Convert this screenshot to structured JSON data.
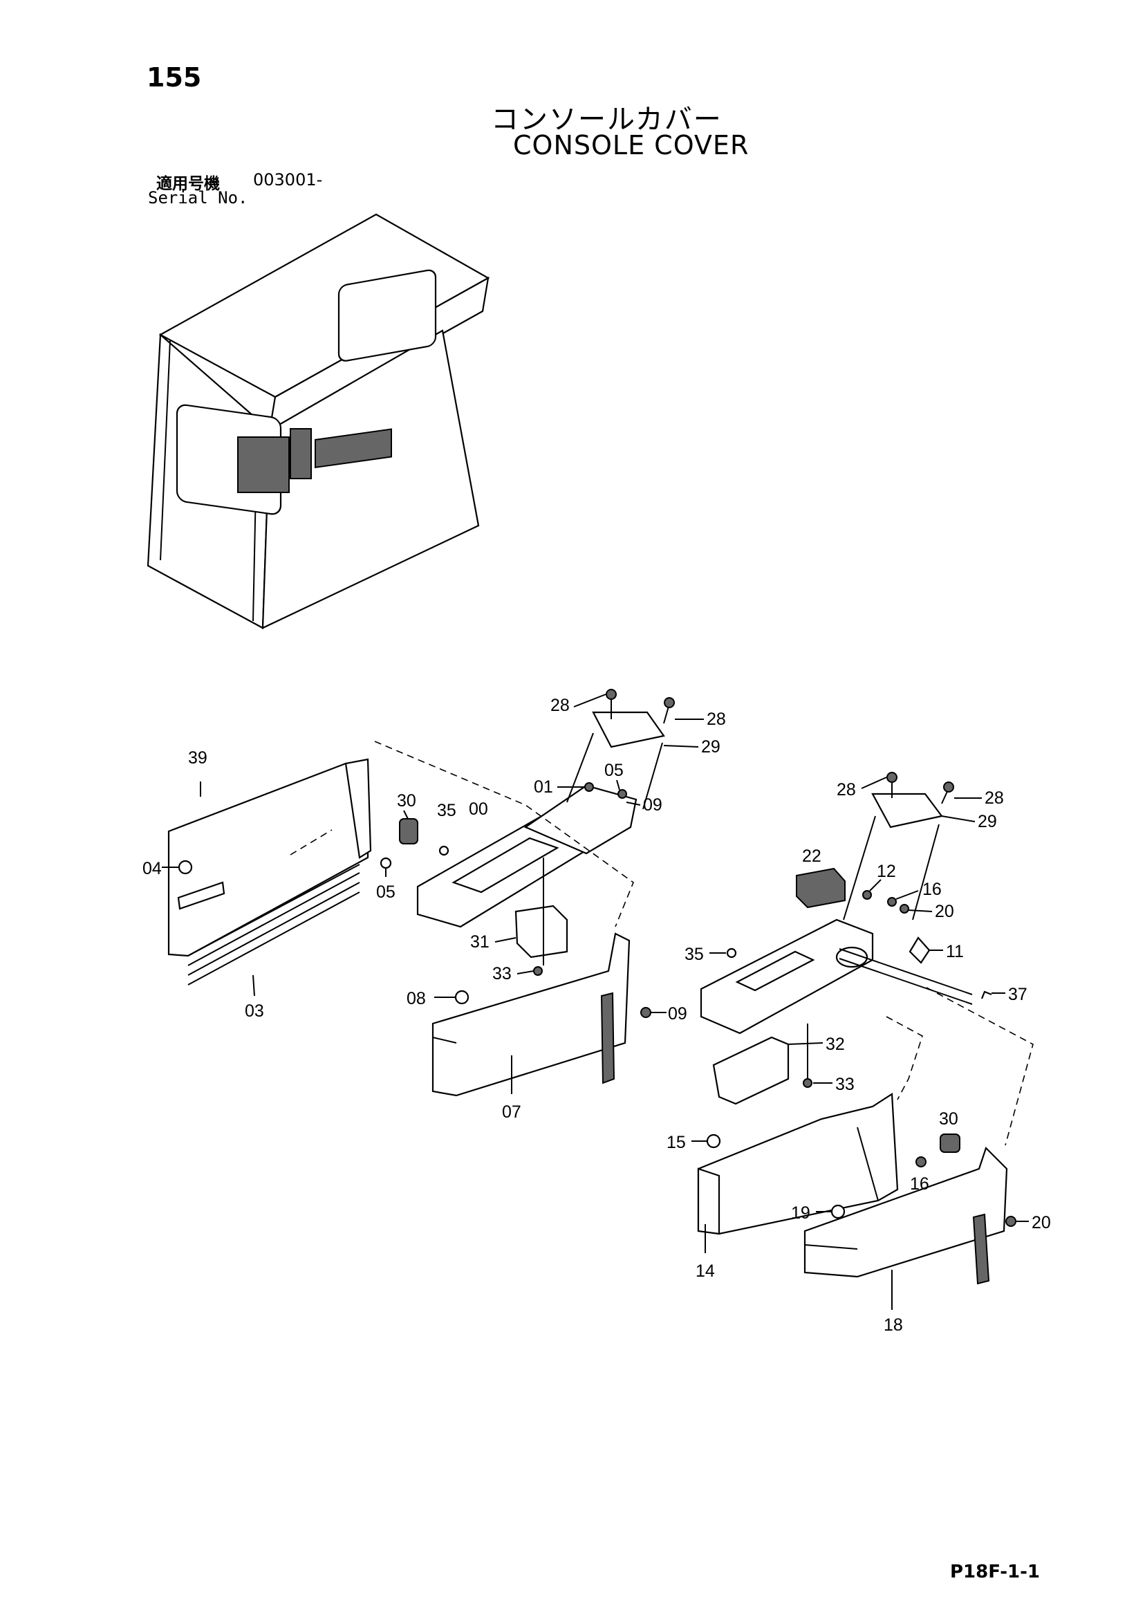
{
  "header": {
    "page_number": "155",
    "title_jp": "コンソールカバー",
    "title_en": "CONSOLE COVER",
    "serial_jp_label": "適用号機",
    "serial_value": "003001-",
    "serial_en_label": "Serial No."
  },
  "footer": {
    "page_code": "P18F-1-1"
  },
  "callouts": {
    "c00": "00",
    "c01": "01",
    "c03": "03",
    "c04": "04",
    "c05a": "05",
    "c05b": "05",
    "c07": "07",
    "c08": "08",
    "c09a": "09",
    "c09b": "09",
    "c11": "11",
    "c12": "12",
    "c14": "14",
    "c15": "15",
    "c16a": "16",
    "c16b": "16",
    "c18": "18",
    "c19": "19",
    "c20a": "20",
    "c20b": "20",
    "c22": "22",
    "c28a": "28",
    "c28b": "28",
    "c28c": "28",
    "c28d": "28",
    "c29a": "29",
    "c29b": "29",
    "c30a": "30",
    "c30b": "30",
    "c31": "31",
    "c32": "32",
    "c33a": "33",
    "c33b": "33",
    "c35a": "35",
    "c35b": "35",
    "c37": "37",
    "c39": "39"
  }
}
